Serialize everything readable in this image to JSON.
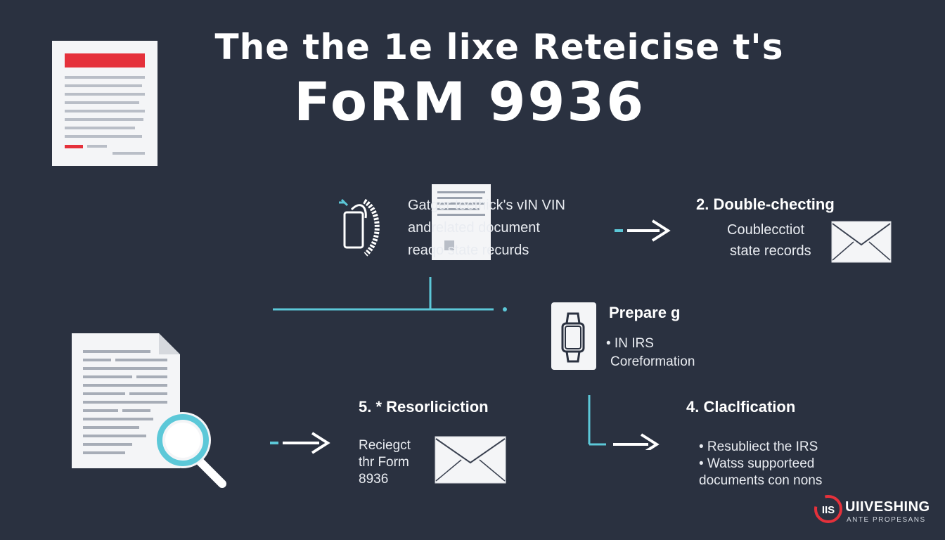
{
  "title": {
    "line1": "The the 1e lixe Reteicise t's",
    "line2": "FoRM 9936"
  },
  "step1": {
    "lines": [
      "Gatger teethick's vIN VIN",
      "andrelated document",
      "reaqo state recurds"
    ]
  },
  "step2": {
    "heading": "2.  Double-checting",
    "lines": [
      "Coublecctiot",
      "state records"
    ]
  },
  "step3": {
    "heading": "Prepare g",
    "lines": [
      "• IN IRS",
      "Coreformation"
    ]
  },
  "step4": {
    "heading": "4. Claclfication",
    "lines": [
      "• Resubliect the IRS",
      "•  Watss supporteed",
      "documents con nons"
    ]
  },
  "step5": {
    "heading": "5.  * Resorliciction",
    "lines": [
      "Reciegct",
      "thr Form",
      "8936"
    ]
  },
  "logo": {
    "mark": "IIS",
    "name": "UIIVESHING",
    "tagline": "ANTE PROPESANS"
  },
  "colors": {
    "background": "#2a3140",
    "accent": "#e5313b",
    "connector": "#5cc8d8",
    "white": "#ffffff"
  },
  "icons": [
    "document-icon",
    "phone-icon",
    "envelope-icon",
    "watch-icon",
    "magnifier-icon"
  ]
}
